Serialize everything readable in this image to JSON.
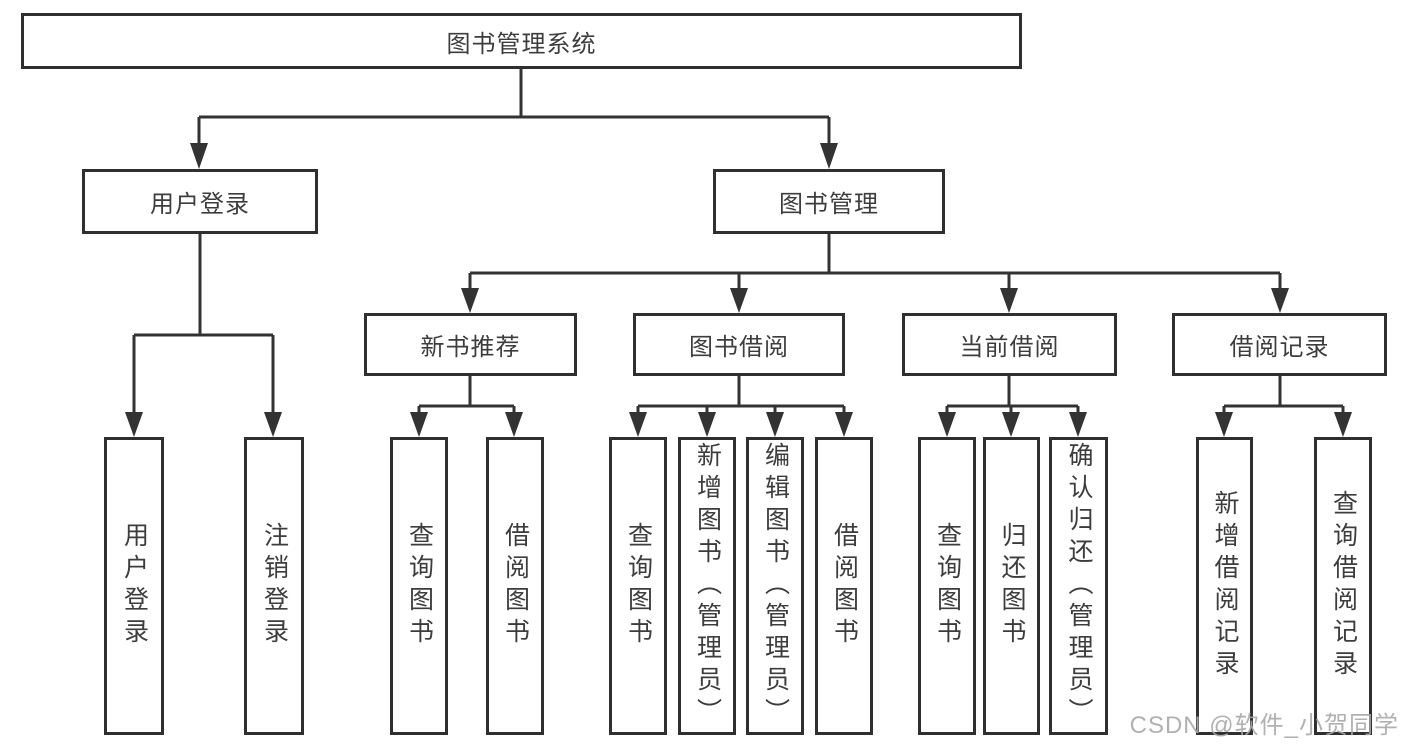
{
  "tree": {
    "label": "图书管理系统",
    "children": [
      {
        "label": "用户登录",
        "children": [
          {
            "label": "用户登录"
          },
          {
            "label": "注销登录"
          }
        ]
      },
      {
        "label": "图书管理",
        "children": [
          {
            "label": "新书推荐",
            "children": [
              {
                "label": "查询图书"
              },
              {
                "label": "借阅图书"
              }
            ]
          },
          {
            "label": "图书借阅",
            "children": [
              {
                "label": "查询图书"
              },
              {
                "label": "新增图书（管理员）"
              },
              {
                "label": "编辑图书（管理员）"
              },
              {
                "label": "借阅图书"
              }
            ]
          },
          {
            "label": "当前借阅",
            "children": [
              {
                "label": "查询图书"
              },
              {
                "label": "归还图书"
              },
              {
                "label": "确认归还（管理员）"
              }
            ]
          },
          {
            "label": "借阅记录",
            "children": [
              {
                "label": "新增借阅记录"
              },
              {
                "label": "查询借阅记录"
              }
            ]
          }
        ]
      }
    ]
  },
  "watermark": {
    "text": "CSDN @软件_小贺同学"
  },
  "colors": {
    "line": "#333333",
    "box_border": "#2f2f2f",
    "text": "#3d3d3d",
    "background": "#ffffff",
    "watermark": "#a8a8a8"
  }
}
